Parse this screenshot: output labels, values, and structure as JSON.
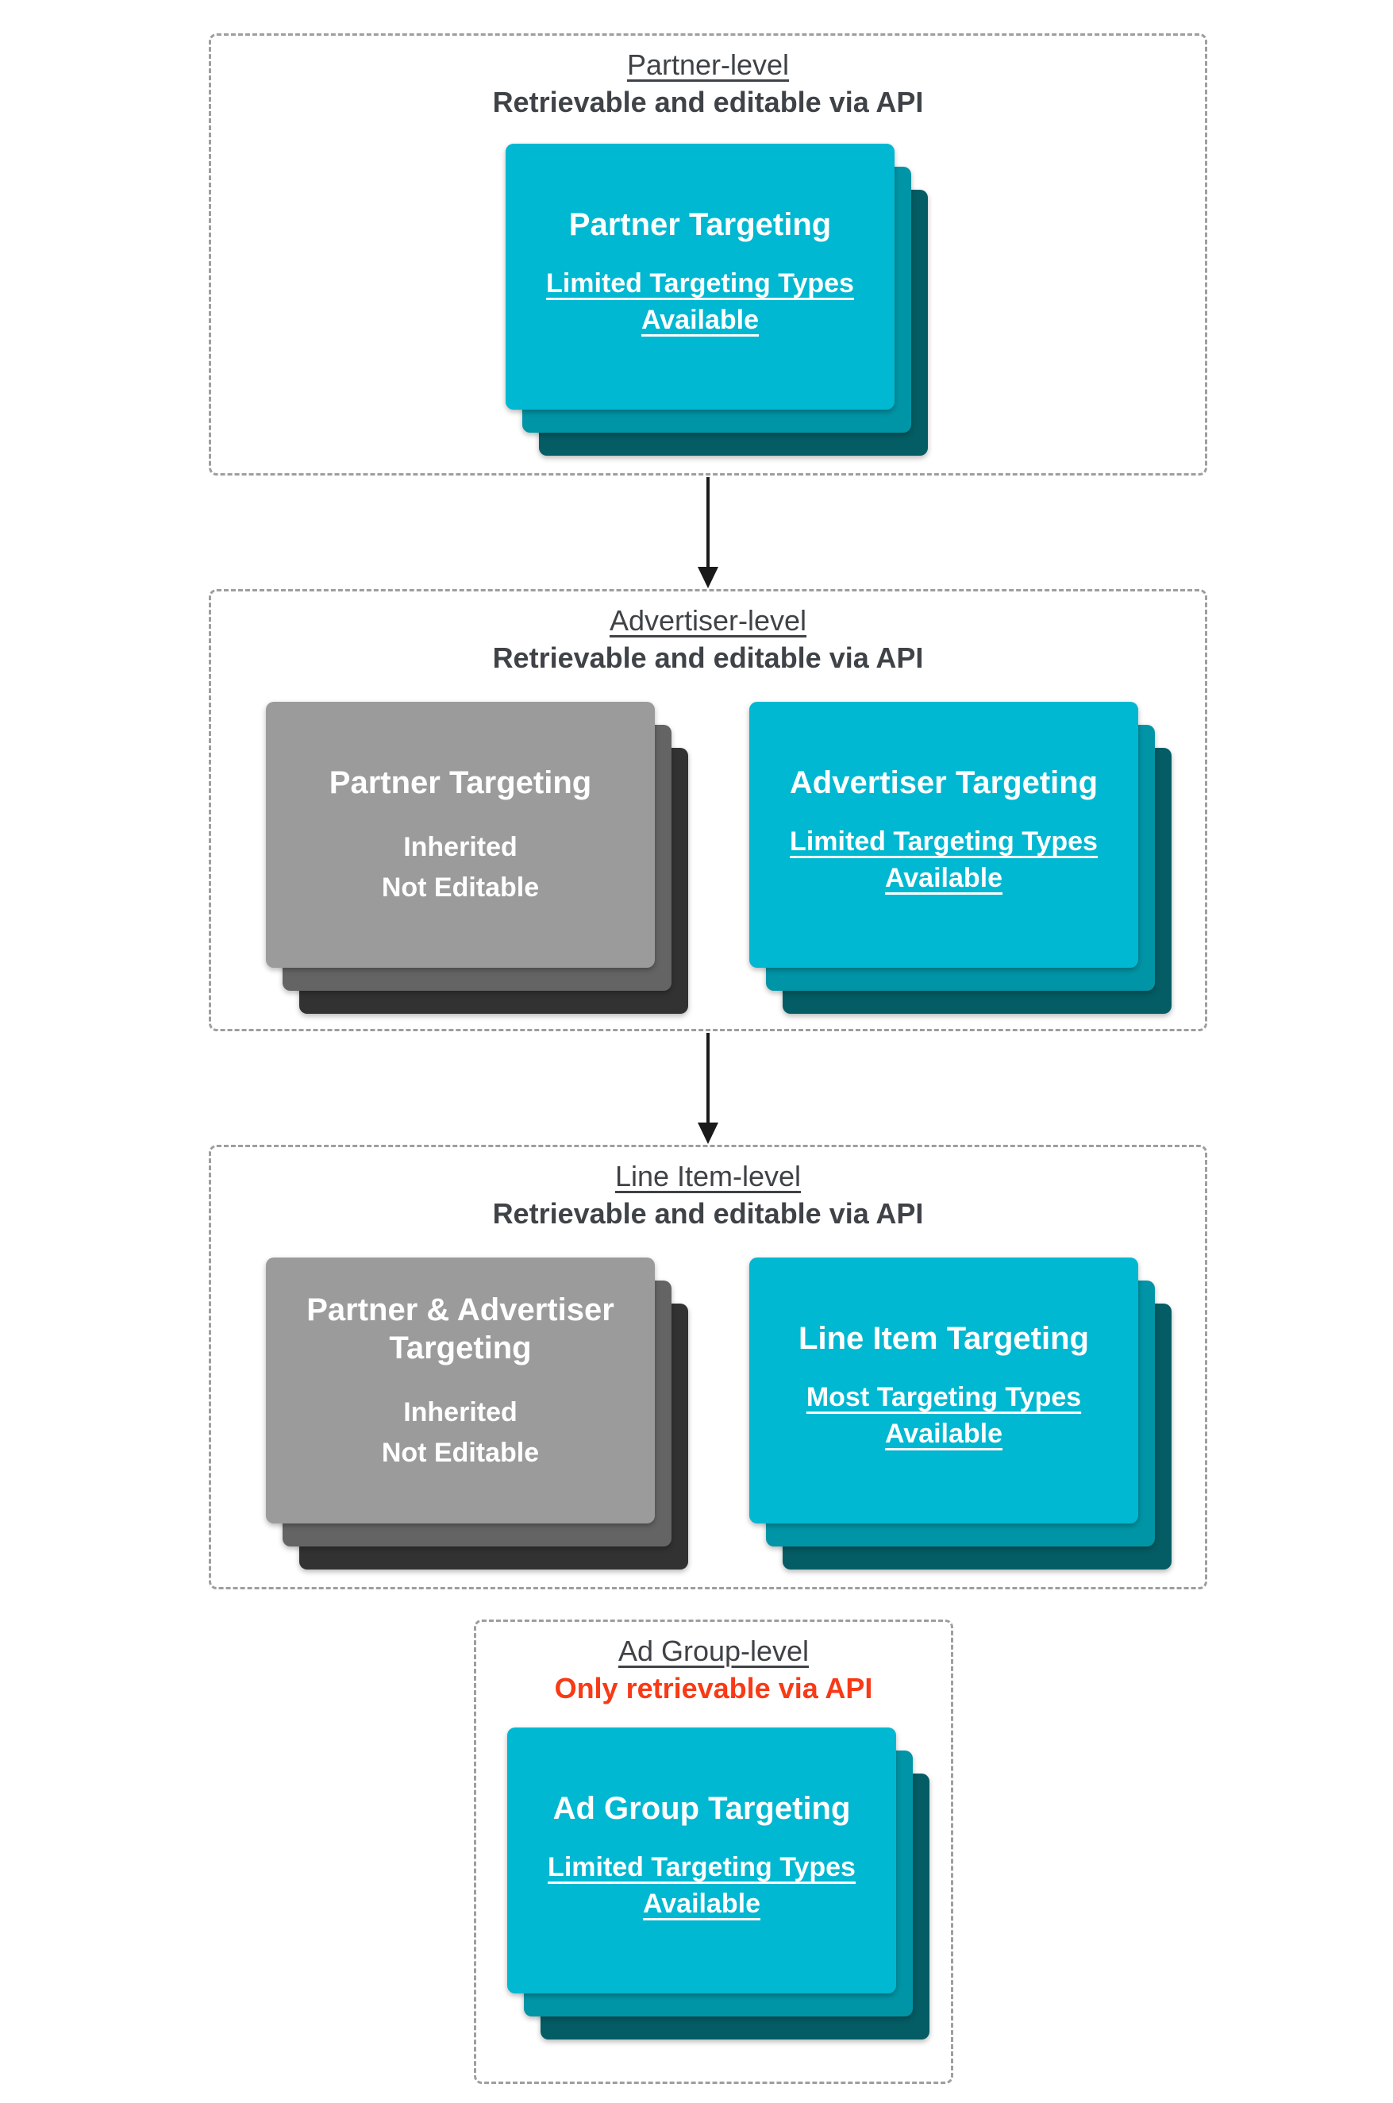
{
  "colors": {
    "teal_card_front": "#00b8d1",
    "teal_card_middle": "#0095a6",
    "teal_card_back": "#045d64",
    "gray_card_front": "#9b9b9b",
    "gray_card_middle": "#646464",
    "gray_card_back": "#323232",
    "heading_text": "#3f4347",
    "red_text": "#f83a16",
    "dashed_border": "#9e9e9e",
    "arrow": "#1a1a1a",
    "card_text": "#ffffff"
  },
  "sections": [
    {
      "id": "partner-level",
      "title": "Partner-level",
      "subtitle": "Retrievable and editable via API",
      "cards": [
        {
          "variant": "teal",
          "title": "Partner Targeting",
          "lines": [
            "Limited Targeting Types",
            "Available"
          ],
          "underlined": true
        }
      ]
    },
    {
      "id": "advertiser-level",
      "title": "Advertiser-level",
      "subtitle": "Retrievable and editable via API",
      "cards": [
        {
          "variant": "gray",
          "title": "Partner Targeting",
          "lines": [
            "Inherited",
            "Not Editable"
          ],
          "underlined": false
        },
        {
          "variant": "teal",
          "title": "Advertiser Targeting",
          "lines": [
            "Limited Targeting Types",
            "Available"
          ],
          "underlined": true
        }
      ]
    },
    {
      "id": "line-item-level",
      "title": "Line Item-level",
      "subtitle": "Retrievable and editable via API",
      "cards": [
        {
          "variant": "gray",
          "title": "Partner & Advertiser Targeting",
          "lines": [
            "Inherited",
            "Not Editable"
          ],
          "underlined": false
        },
        {
          "variant": "teal",
          "title": "Line Item Targeting",
          "lines": [
            "Most Targeting Types",
            "Available"
          ],
          "underlined": true
        }
      ]
    },
    {
      "id": "ad-group-level",
      "title": "Ad Group-level",
      "subtitle": "Only retrievable via API",
      "cards": [
        {
          "variant": "teal",
          "title": "Ad Group Targeting",
          "lines": [
            "Limited Targeting Types",
            "Available"
          ],
          "underlined": true
        }
      ]
    }
  ]
}
